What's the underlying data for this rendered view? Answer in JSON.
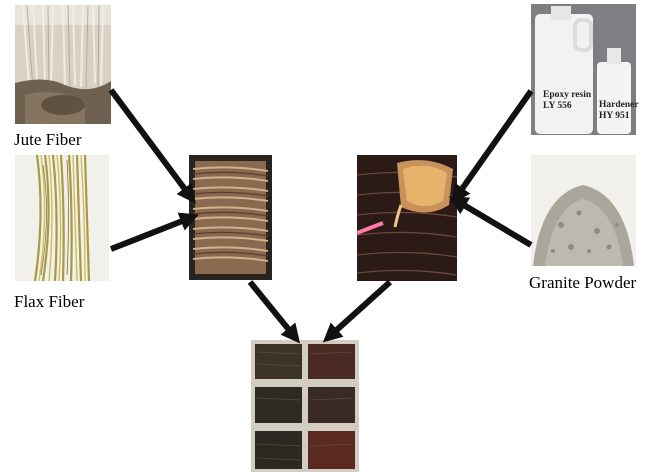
{
  "nodes": {
    "jute": {
      "label": "Jute Fiber",
      "icon": "jute-fiber-photo"
    },
    "flax": {
      "label": "Flax Fiber",
      "icon": "flax-fiber-photo"
    },
    "epoxy": {
      "icon": "epoxy-resin-bottles-photo",
      "resin_line1": "Epoxy resin",
      "resin_line2": "LY 556",
      "hardener_line1": "Hardener",
      "hardener_line2": "HY 951"
    },
    "granite": {
      "label": "Granite Powder",
      "icon": "granite-powder-photo"
    },
    "fiber_mat": {
      "icon": "hybrid-fiber-mat-photo"
    },
    "resin_pour": {
      "icon": "resin-pouring-photo"
    },
    "composite": {
      "icon": "composite-samples-photo"
    }
  },
  "colors": {
    "arrow": "#111111",
    "jute": "#cdbfa6",
    "flax": "#b4a64a",
    "granite": "#a9a79b"
  }
}
